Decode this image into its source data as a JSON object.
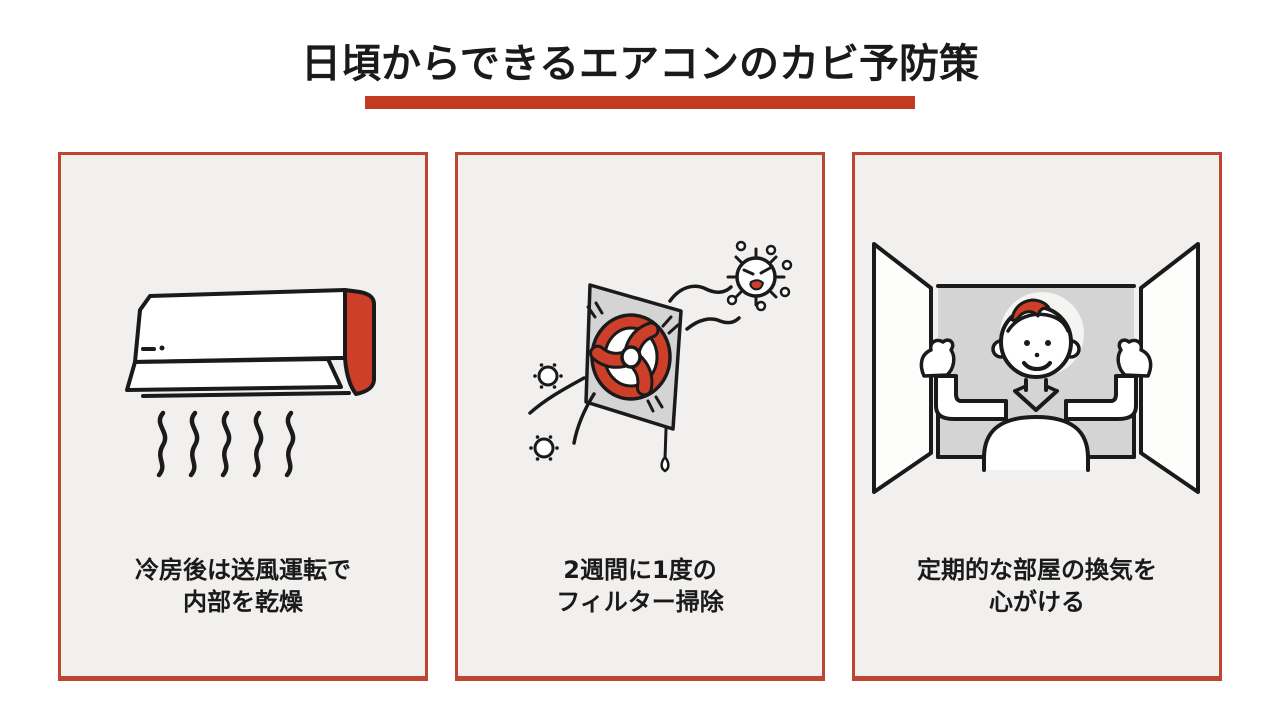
{
  "header": {
    "title": "日頃からできるエアコンのカビ予防策"
  },
  "cards": [
    {
      "id": "dry-after-cooling",
      "illustration": "air-conditioner-icon",
      "caption": [
        "冷房後は送風運転で",
        "内部を乾燥"
      ]
    },
    {
      "id": "filter-cleaning",
      "illustration": "exhaust-fan-icon",
      "caption": [
        "2週間に1度の",
        "フィルター掃除"
      ]
    },
    {
      "id": "room-ventilation",
      "illustration": "open-window-icon",
      "caption": [
        "定期的な部屋の換気を",
        "心がける"
      ]
    }
  ],
  "colors": {
    "accent": "#c23a1f",
    "card_border": "#bf4530",
    "card_background": "#f1f0ee",
    "illustration_red": "#cd3f28",
    "illustration_gray": "#d4d4d4",
    "text": "#1a1a1a",
    "line": "#1a1a1a",
    "page_background": "#ffffff"
  }
}
